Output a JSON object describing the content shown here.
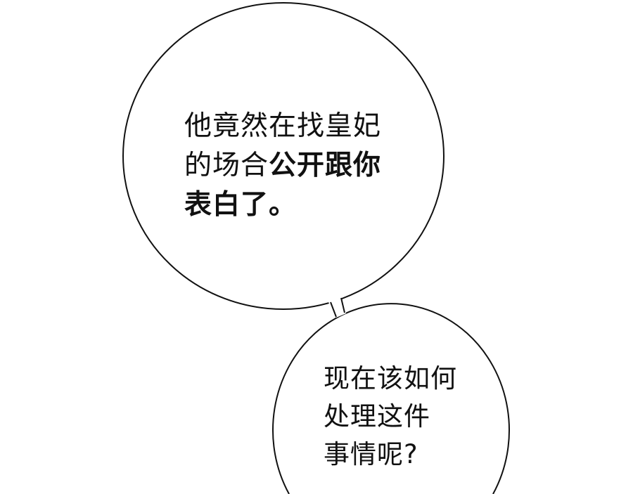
{
  "bubble_top": {
    "lines": [
      {
        "normal": "他竟然在找皇妃",
        "bold": ""
      },
      {
        "normal": "的场合",
        "bold": "公开跟你"
      },
      {
        "normal": "",
        "bold": "表白了。"
      }
    ]
  },
  "bubble_bottom": {
    "lines": [
      "现在该如何",
      "处理这件",
      "事情呢?"
    ]
  }
}
